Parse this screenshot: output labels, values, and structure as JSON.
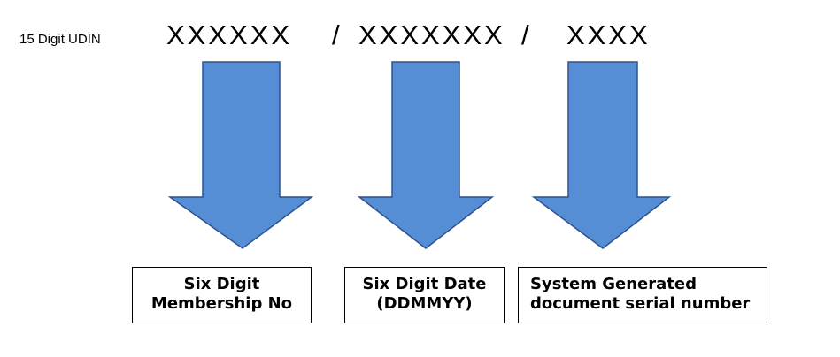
{
  "udin_label": "15 Digit UDIN",
  "format": {
    "segment1": "XXXXXX",
    "separator1": "/",
    "segment2": "XXXXXXX",
    "separator2": "/",
    "segment3": "XXXX"
  },
  "boxes": [
    {
      "line1": "Six Digit",
      "line2": "Membership No"
    },
    {
      "line1": "Six Digit Date",
      "line2": "(DDMMYY)"
    },
    {
      "line1": "System Generated",
      "line2": "document serial number"
    }
  ],
  "colors": {
    "arrow_fill": "#558ed5",
    "arrow_stroke": "#2f528f"
  }
}
